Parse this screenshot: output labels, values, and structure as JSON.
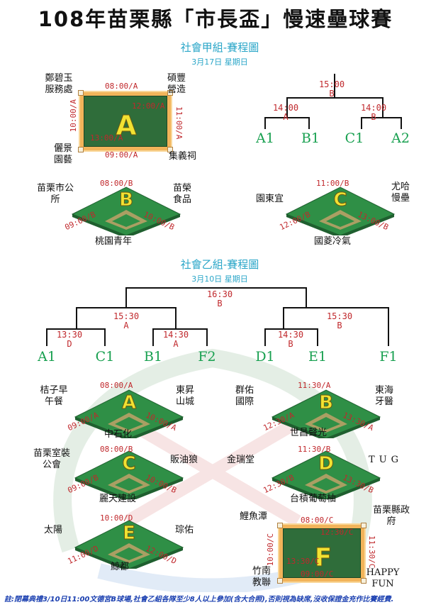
{
  "title": "108年苗栗縣「市長盃」慢速壘球賽",
  "groupA": {
    "heading": "社會甲組-賽程圖",
    "date": "3月17日 星期日",
    "fieldA": {
      "letter": "A",
      "times": [
        "08:00/A",
        "12:00/A",
        "11:00/A",
        "09:00/A",
        "10:00/A",
        "13:00/A"
      ],
      "teams": [
        "鄭碧玉服務處",
        "碩豐營造",
        "儷景園藝",
        "集義祠"
      ]
    },
    "fieldB": {
      "letter": "B",
      "times": [
        "08:00/B",
        "09:00/B",
        "10:00/B"
      ],
      "teams": [
        "苗栗市公所",
        "苗榮食品",
        "桃園青年"
      ]
    },
    "fieldC": {
      "letter": "C",
      "times": [
        "11:00/B",
        "12:00/B",
        "13:00/B"
      ],
      "teams": [
        "園東宜",
        "尤哈慢壘",
        "國菱冷氣"
      ]
    },
    "bracket": {
      "final": [
        "15:00",
        "B"
      ],
      "left": [
        "14:00",
        "A"
      ],
      "right": [
        "14:00",
        "B"
      ],
      "slots": [
        "A1",
        "B1",
        "C1",
        "A2"
      ]
    }
  },
  "groupB": {
    "heading": "社會乙組-賽程圖",
    "date": "3月10日 星期日",
    "bracket": {
      "final": [
        "16:30",
        "B"
      ],
      "semiLeft": [
        "15:30",
        "A"
      ],
      "semiRight": [
        "15:30",
        "B"
      ],
      "q1": [
        "13:30",
        "D"
      ],
      "q2": [
        "14:30",
        "A"
      ],
      "q3": [
        "14:30",
        "B"
      ],
      "slots": [
        "A1",
        "C1",
        "B1",
        "F2",
        "D1",
        "E1",
        "F1"
      ]
    },
    "fieldA": {
      "letter": "A",
      "times": [
        "08:00/A",
        "09:00/A",
        "10:00/A"
      ],
      "teams": [
        "桔子早午餐",
        "東昇山城",
        "中石化"
      ]
    },
    "fieldB": {
      "letter": "B",
      "times": [
        "11:30/A",
        "12:30/A",
        "13:30/A"
      ],
      "teams": [
        "群佑國際",
        "東海牙醫",
        "世昌聲光"
      ]
    },
    "fieldC": {
      "letter": "C",
      "times": [
        "08:00/B",
        "09:00/B",
        "10:00/B"
      ],
      "teams": [
        "苗栗室裝公會",
        "販油狼",
        "麗天建設"
      ]
    },
    "fieldD": {
      "letter": "D",
      "times": [
        "11:30/B",
        "12:30/B",
        "13:30/B"
      ],
      "teams": [
        "金瑞堂",
        "TUG",
        "台積葡萄柚"
      ]
    },
    "fieldE": {
      "letter": "E",
      "times": [
        "10:00/D",
        "11:00/D",
        "12:00/D"
      ],
      "teams": [
        "太陽",
        "琮佑",
        "鯨都"
      ]
    },
    "fieldF": {
      "letter": "F",
      "times": [
        "08:00/C",
        "12:30/C",
        "11:30/C",
        "09:00/C",
        "10:00/C",
        "13:30/C"
      ],
      "teams": [
        "鯉魚潭",
        "苗栗縣政府",
        "竹南教聯",
        "HAPPY FUN"
      ]
    }
  },
  "footer": "註:閉幕典禮3/10日11:00文德宮B球場,社會乙組各隊至少8人以上參加(含大合照),否則視為缺席,沒收保證金充作比賽經費.",
  "colors": {
    "accent": "#2aa6c8",
    "time": "#c0282c",
    "bracket_team": "#18a050",
    "letter": "#f2e232",
    "field": "#2f8f46"
  }
}
